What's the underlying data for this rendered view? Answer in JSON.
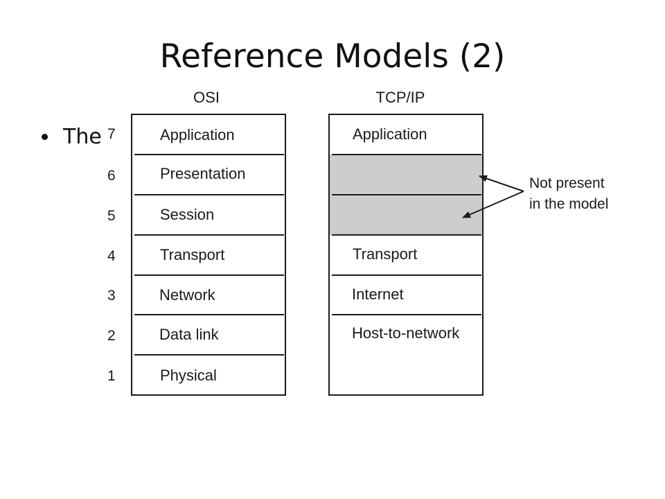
{
  "slide": {
    "title": "Reference Models (2)",
    "bullet_text": "The"
  },
  "diagram": {
    "osi_title": "OSI",
    "tcpip_title": "TCP/IP",
    "osi_layers": [
      {
        "number": "7",
        "label": "Application"
      },
      {
        "number": "6",
        "label": "Presentation"
      },
      {
        "number": "5",
        "label": "Session"
      },
      {
        "number": "4",
        "label": "Transport"
      },
      {
        "number": "3",
        "label": "Network"
      },
      {
        "number": "2",
        "label": "Data link"
      },
      {
        "number": "1",
        "label": "Physical"
      }
    ],
    "tcpip_layers": [
      {
        "label": "Application"
      },
      {
        "label": "Transport"
      },
      {
        "label": "Internet"
      },
      {
        "label": "Host-to-network"
      }
    ],
    "note_lines": [
      "Not present",
      "in the model"
    ],
    "colors": {
      "missing_fill": "#cdcdcd",
      "stroke": "#1a1a1a"
    }
  }
}
